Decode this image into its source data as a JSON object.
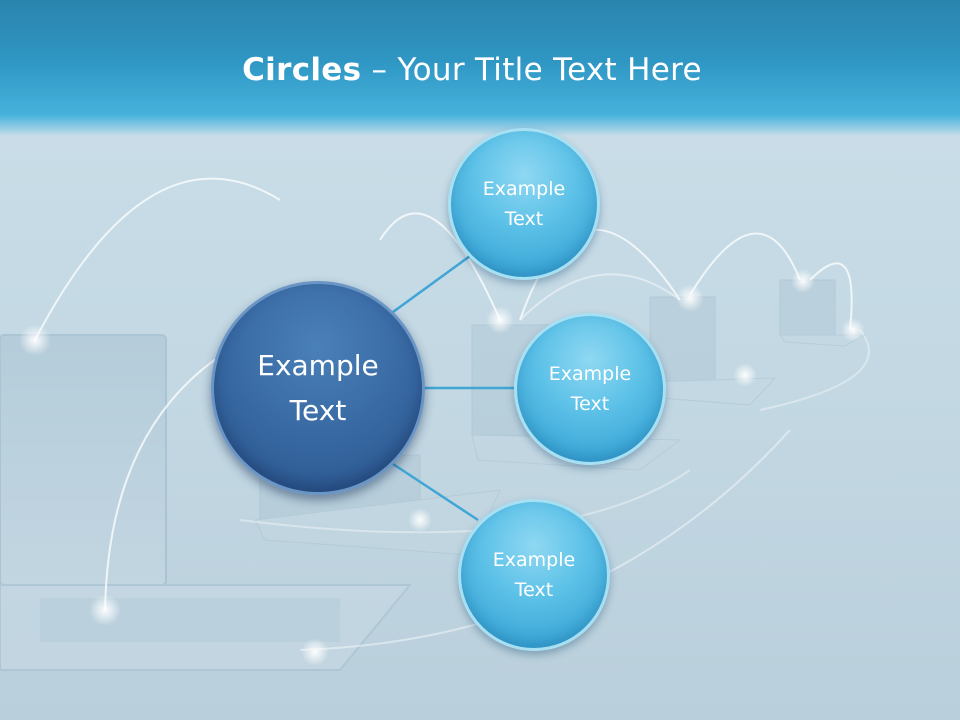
{
  "title": {
    "bold": "Circles",
    "rest": " – Your Title Text Here"
  },
  "diagram": {
    "center": {
      "label": "Example Text"
    },
    "satellites": [
      {
        "label": "Example Text"
      },
      {
        "label": "Example Text"
      },
      {
        "label": "Example Text"
      }
    ]
  },
  "colors": {
    "title_band": "#2f96c3",
    "center_circle": "#3a6ba5",
    "satellite_circle": "#5ec2e8",
    "connector": "#3fa6d6"
  }
}
